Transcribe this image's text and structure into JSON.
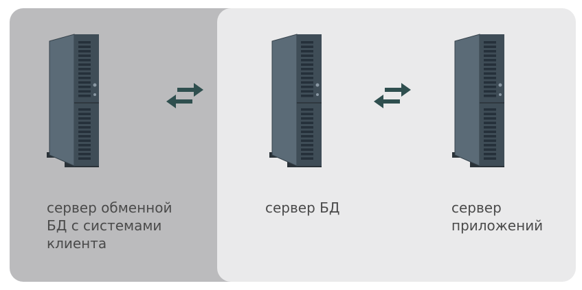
{
  "colors": {
    "left_panel": "#bbbbbd",
    "right_panel": "#eaeaeb",
    "arrow": "#2f4f4f",
    "server_dark": "#3f4d57",
    "server_light": "#5b6b77",
    "label_text": "#4a4a4a"
  },
  "nodes": [
    {
      "icon": "server-tower-icon",
      "label_lines": [
        "сервер обменной",
        "БД с системами",
        "клиента"
      ]
    },
    {
      "icon": "server-tower-icon",
      "label_lines": [
        "сервер БД"
      ]
    },
    {
      "icon": "server-tower-icon",
      "label_lines": [
        "сервер",
        "приложений"
      ]
    }
  ],
  "connectors": [
    {
      "icon": "bidirectional-arrows-icon"
    },
    {
      "icon": "bidirectional-arrows-icon"
    }
  ]
}
